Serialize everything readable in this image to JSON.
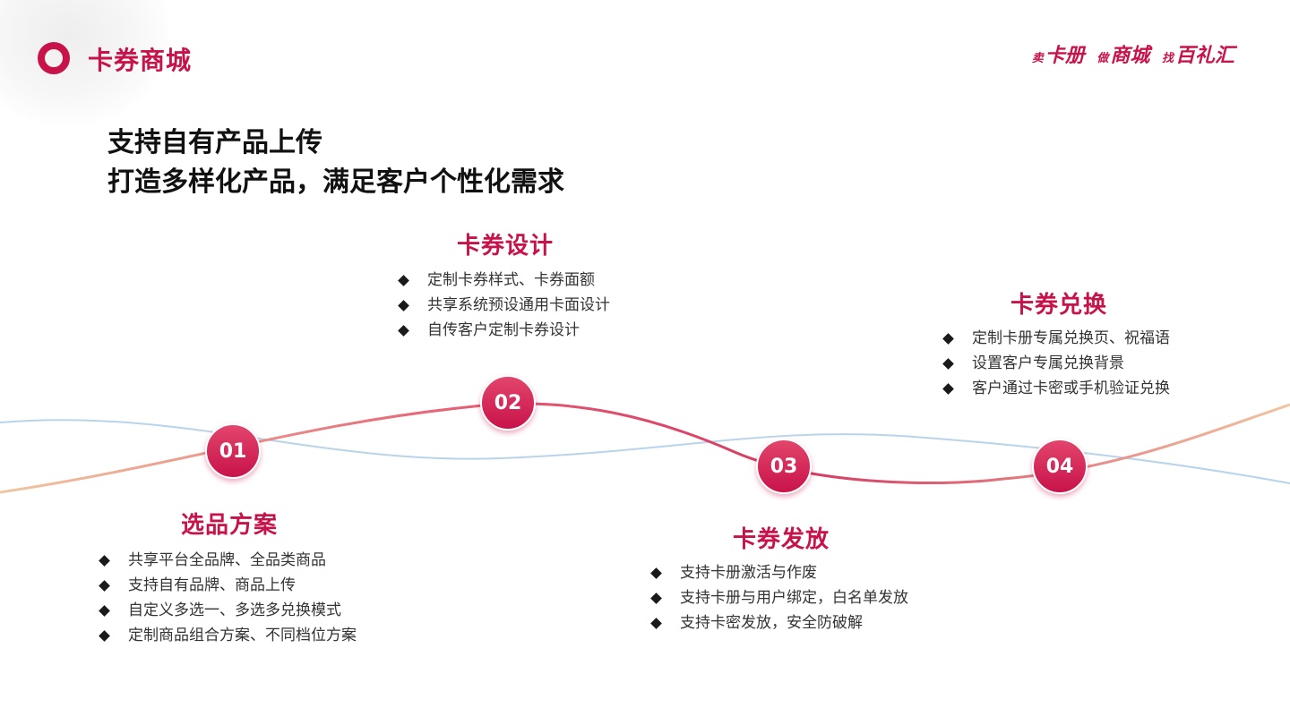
{
  "header": {
    "title": "卡券商城",
    "brand": [
      {
        "small": "卖",
        "large": "卡册"
      },
      {
        "small": "做",
        "large": "商城"
      },
      {
        "small": "找",
        "large": "百礼汇"
      }
    ]
  },
  "headline": {
    "line1": "支持自有产品上传",
    "line2": "打造多样化产品，满足客户个性化需求"
  },
  "colors": {
    "accent": "#c8134a",
    "wave_main_start": "#f0c6a0",
    "wave_main_mid": "#e45a72",
    "wave_secondary": "#b9d4ea"
  },
  "steps": [
    {
      "number": "01",
      "title": "选品方案",
      "items": [
        "共享平台全品牌、全品类商品",
        "支持自有品牌、商品上传",
        "自定义多选一、多选多兑换模式",
        "定制商品组合方案、不同档位方案"
      ]
    },
    {
      "number": "02",
      "title": "卡券设计",
      "items": [
        "定制卡券样式、卡券面额",
        "共享系统预设通用卡面设计",
        "自传客户定制卡券设计"
      ]
    },
    {
      "number": "03",
      "title": "卡券发放",
      "items": [
        "支持卡册激活与作废",
        "支持卡册与用户绑定，白名单发放",
        "支持卡密发放，安全防破解"
      ]
    },
    {
      "number": "04",
      "title": "卡券兑换",
      "items": [
        "定制卡册专属兑换页、祝福语",
        "设置客户专属兑换背景",
        "客户通过卡密或手机验证兑换"
      ]
    }
  ]
}
